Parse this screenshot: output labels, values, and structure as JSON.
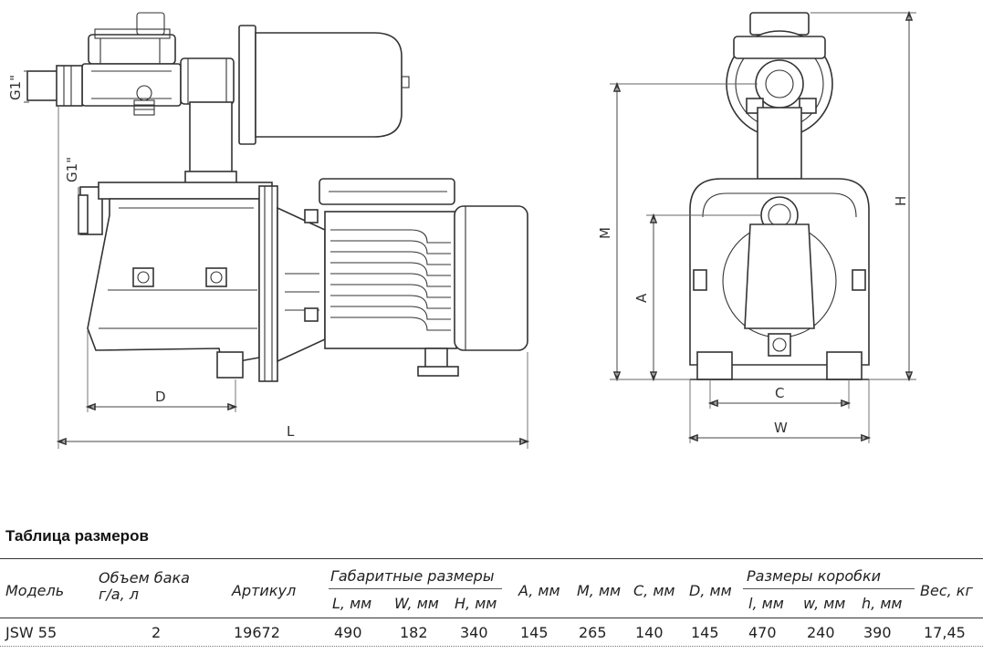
{
  "drawing": {
    "labels": {
      "inlet_thread": "G1\"",
      "outlet_thread": "G1\"",
      "L": "L",
      "D": "D",
      "M": "M",
      "A": "A",
      "H": "H",
      "C": "C",
      "W": "W"
    }
  },
  "table": {
    "title": "Таблица размеров",
    "headers": {
      "model": "Модель",
      "tank_volume_line1": "Объем бака",
      "tank_volume_line2": "г/а, л",
      "article": "Артикул",
      "overall_dimensions": "Габаритные размеры",
      "L": "L, мм",
      "W": "W, мм",
      "H": "H, мм",
      "A": "A, мм",
      "M": "M, мм",
      "C": "C, мм",
      "D": "D, мм",
      "box_dimensions": "Размеры коробки",
      "l": "l, мм",
      "w": "w, мм",
      "h": "h, мм",
      "weight": "Вес, кг"
    },
    "rows": [
      {
        "model": "JSW 55",
        "tank_volume": "2",
        "article": "19672",
        "L": "490",
        "W": "182",
        "H": "340",
        "A": "145",
        "M": "265",
        "C": "140",
        "D": "145",
        "l": "470",
        "w": "240",
        "h": "390",
        "weight": "17,45"
      }
    ]
  }
}
